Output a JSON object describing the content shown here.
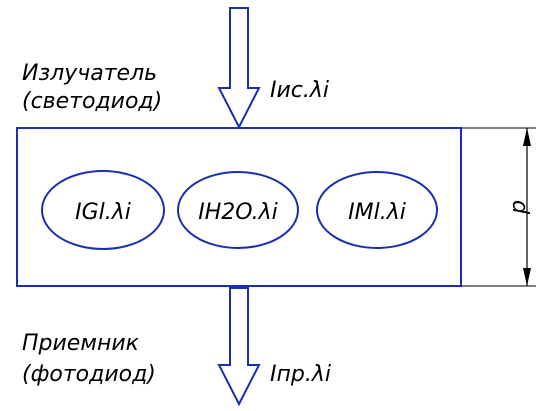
{
  "colors": {
    "stroke": "#1a2fb0",
    "text": "#000000",
    "background": "#ffffff"
  },
  "emitter": {
    "line1": "Излучатель",
    "line2": "(светодиод)",
    "flux_label": "Iис.λi"
  },
  "receiver": {
    "line1": "Приемник",
    "line2": "(фотодиод)",
    "flux_label": "Iпр.λi"
  },
  "components": [
    {
      "label": "IGl.λi"
    },
    {
      "label": "IH2O.λi"
    },
    {
      "label": "IMl.λi"
    }
  ],
  "dimension_label": "d"
}
